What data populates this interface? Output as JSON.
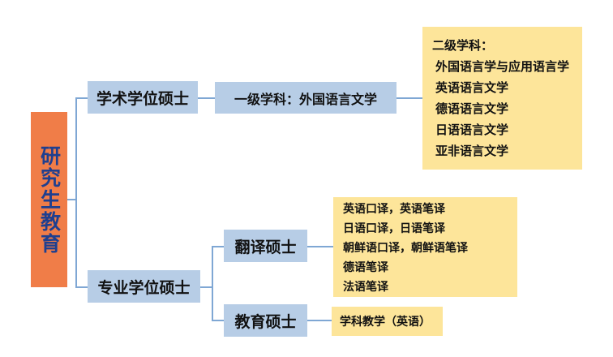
{
  "root": {
    "label": "研究生教育"
  },
  "academic": {
    "label": "学术学位硕士",
    "first_level": "一级学科：外国语言文学",
    "second_level": {
      "title": "二级学科：",
      "items": [
        "外国语言学与应用语言学",
        "英语语言文学",
        "德语语言文学",
        "日语语言文学",
        "亚非语言文学"
      ]
    }
  },
  "professional": {
    "label": "专业学位硕士",
    "translation": {
      "label": "翻译硕士",
      "items": [
        "英语口译，英语笔译",
        "日语口译，日语笔译",
        "朝鲜语口译，朝鲜语笔译",
        "德语笔译",
        "法语笔译"
      ]
    },
    "education": {
      "label": "教育硕士",
      "items": [
        "学科教学（英语）"
      ]
    }
  },
  "colors": {
    "root_fill": "#f07d48",
    "root_text": "#1f3f8f",
    "node_fill": "#b7cde6",
    "leaf_fill": "#fde59a",
    "connector": "#7fa7d4"
  }
}
